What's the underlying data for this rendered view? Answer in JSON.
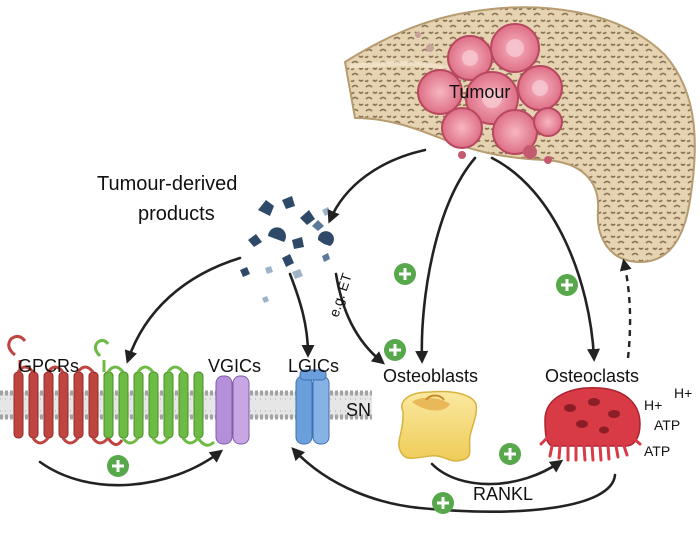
{
  "labels": {
    "tumour": "Tumour",
    "tumour_products_line1": "Tumour-derived",
    "tumour_products_line2": "products",
    "gpcrs": "GPCRs",
    "vgics": "VGICs",
    "lgics": "LGICs",
    "sn": "SN",
    "eg_et": "e.g. ET",
    "osteoblasts": "Osteoblasts",
    "osteoclasts": "Osteoclasts",
    "rankl": "RANKL",
    "h_plus_1": "H+",
    "h_plus_2": "H+",
    "atp_1": "ATP",
    "atp_2": "ATP"
  },
  "icons": {
    "plus_symbol": "plus-icon",
    "bone": "bone-icon",
    "tumour": "tumour-cluster-icon",
    "osteoblast": "osteoblast-cell-icon",
    "osteoclast": "osteoclast-cell-icon",
    "gpcr": "gpcr-receptor-icon",
    "channel": "ion-channel-icon"
  },
  "colors": {
    "bone_fill": "#e6d3b1",
    "bone_pattern": "#8a7455",
    "tumour": "#e07a8e",
    "tumour_dark": "#b84860",
    "products": "#2f4a68",
    "gpcr_red": "#c0443f",
    "gpcr_green": "#6dbb45",
    "vgic": "#b58fd9",
    "lgic": "#6a9fdc",
    "membrane": "#a3a3a3",
    "osteoblast": "#f3dc7a",
    "osteoclast": "#d83a46",
    "plus_badge": "#57a84b"
  }
}
